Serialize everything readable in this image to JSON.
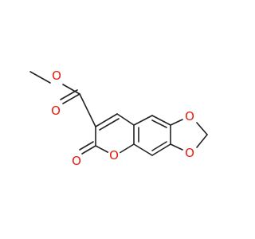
{
  "molecule": {
    "atoms": [
      {
        "id": "O_methoxy",
        "symbol": "O",
        "color": "#e8190b"
      },
      {
        "id": "O_ester_carbonyl",
        "symbol": "O",
        "color": "#e8190b"
      },
      {
        "id": "O_lactone_carbonyl",
        "symbol": "O",
        "color": "#e8190b"
      },
      {
        "id": "O_ring",
        "symbol": "O",
        "color": "#e8190b"
      },
      {
        "id": "O_dioxole_top",
        "symbol": "O",
        "color": "#e8190b"
      },
      {
        "id": "O_dioxole_bottom",
        "symbol": "O",
        "color": "#e8190b"
      }
    ],
    "bond_color": "#222222"
  }
}
